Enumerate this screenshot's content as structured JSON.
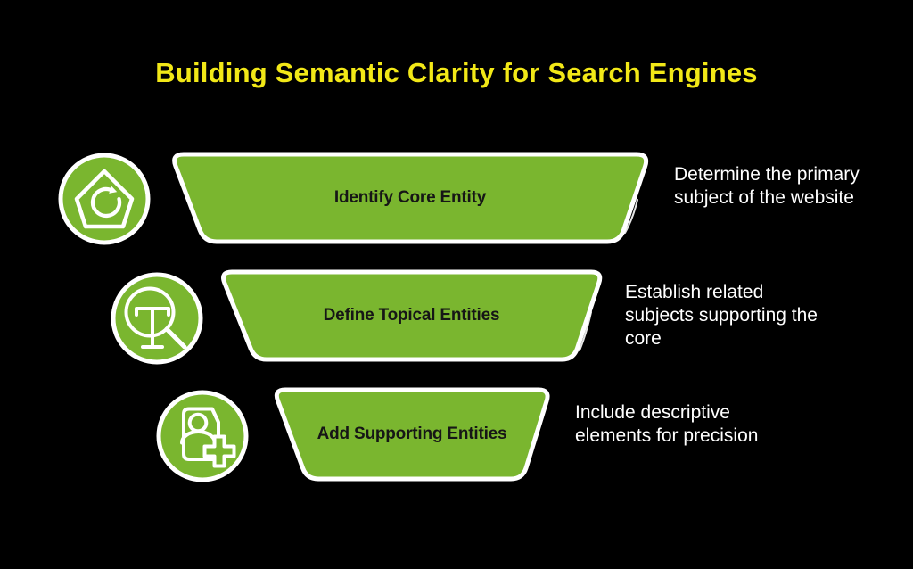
{
  "title": "Building Semantic Clarity for Search Engines",
  "colors": {
    "background": "#000000",
    "accent_green": "#7ab62f",
    "title_yellow": "#f2e817",
    "stage_label_text": "#161616",
    "description_text": "#ffffff",
    "outline_white": "#ffffff"
  },
  "funnel": {
    "stages": [
      {
        "label": "Identify Core Entity",
        "description": "Determine the primary\nsubject of the website",
        "icon": "pentagon-refresh-icon"
      },
      {
        "label": "Define Topical Entities",
        "description": "Establish related\nsubjects supporting the\ncore",
        "icon": "text-search-icon"
      },
      {
        "label": "Add Supporting Entities",
        "description": "Include descriptive\nelements for precision",
        "icon": "profile-document-add-icon"
      }
    ]
  }
}
